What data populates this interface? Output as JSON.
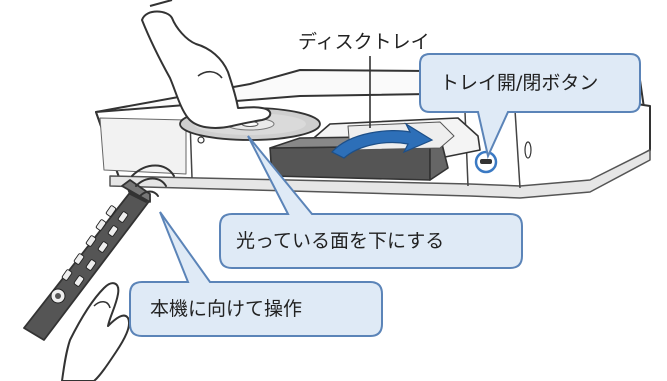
{
  "labels": {
    "disc_tray": "ディスクトレイ",
    "tray_button": "トレイ開/閉ボタン",
    "shiny_side_down": "光っている面を下にする",
    "point_remote": "本機に向けて操作"
  },
  "colors": {
    "callout_fill": "#dfeaf6",
    "callout_stroke": "#5b84b8",
    "line": "#333333",
    "arrow_fill": "#2d6fb8"
  },
  "icons": [
    "hand-icon",
    "disc-icon",
    "remote-control-icon",
    "signal-waves-icon",
    "tray-arrow-icon"
  ]
}
